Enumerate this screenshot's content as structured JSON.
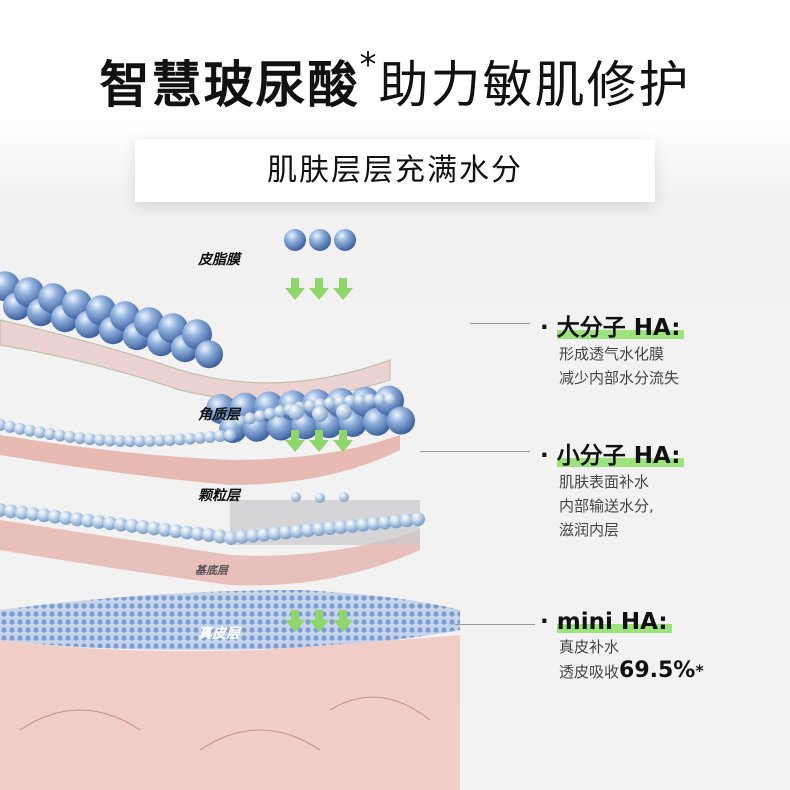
{
  "header": {
    "title_bold": "智慧玻尿酸",
    "asterisk": "*",
    "title_rest": "助力敏肌修护",
    "subtitle": "肌肤层层充满水分"
  },
  "layers": [
    "皮脂膜",
    "角质层",
    "颗粒层",
    "基底层",
    "真皮层"
  ],
  "ha_items": [
    {
      "bullet": "·",
      "title": "大分子 HA:",
      "lines": [
        "形成透气水化膜",
        "减少内部水分流失"
      ]
    },
    {
      "bullet": "·",
      "title": "小分子 HA:",
      "lines": [
        "肌肤表面补水",
        "内部输送水分,",
        "滋润内层"
      ]
    },
    {
      "bullet": "·",
      "title": "mini HA:",
      "lines": [
        "真皮补水"
      ],
      "absorb_prefix": "透皮吸收",
      "absorb_value": "69.5%",
      "absorb_suffix": "*"
    }
  ],
  "colors": {
    "highlight": "#9be37a",
    "bead": "#6f95c9",
    "skin": "#e7b9b3",
    "arrow": "#8fd66a"
  }
}
